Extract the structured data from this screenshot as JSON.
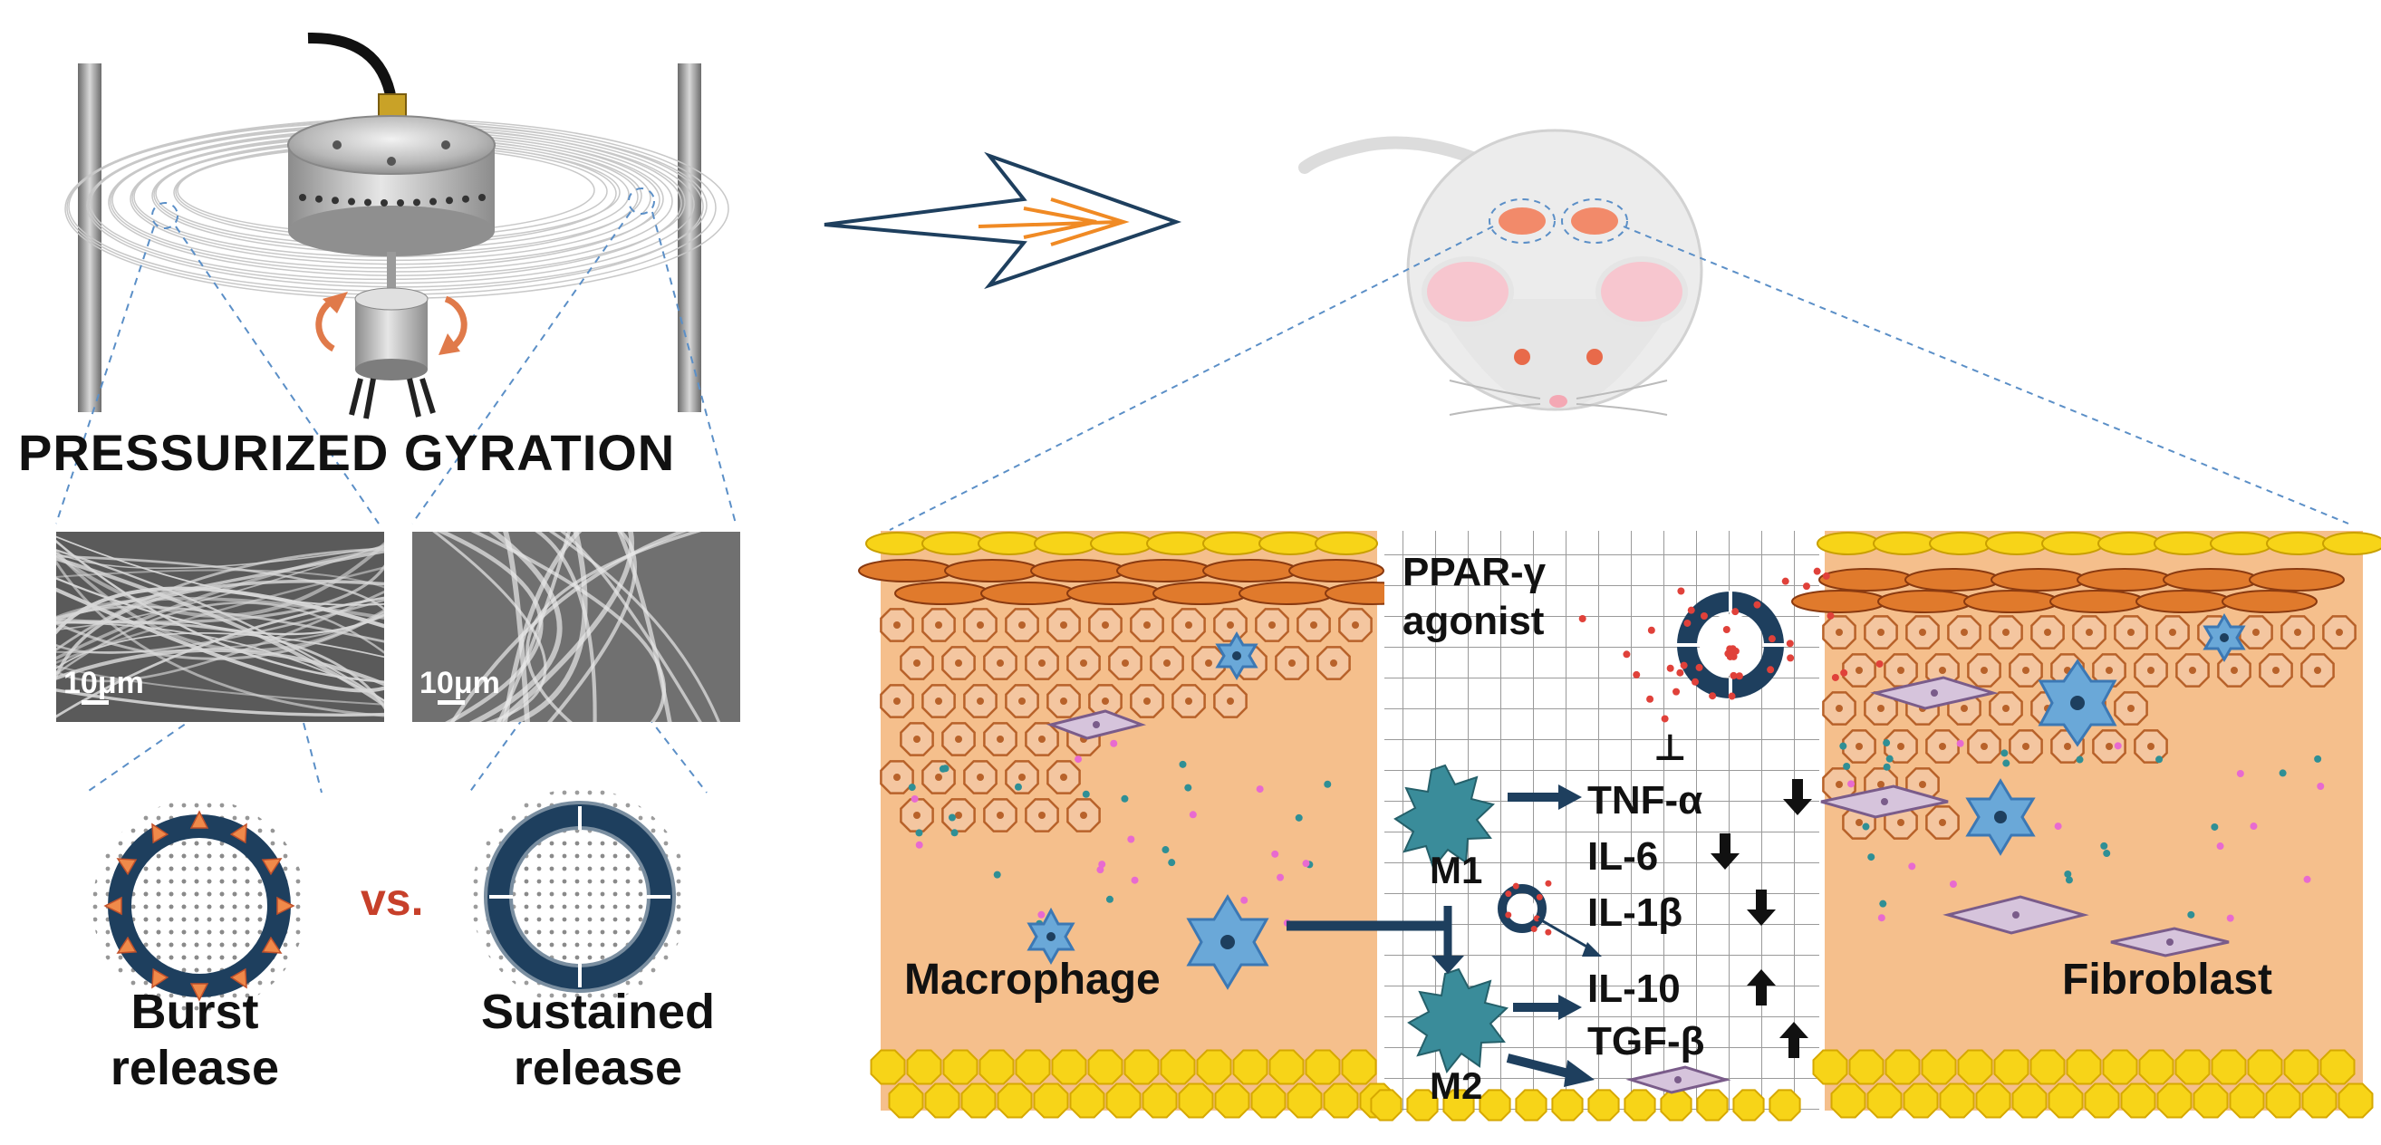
{
  "labels": {
    "title": "PRESSURIZED GYRATION",
    "scale_left": "10μm",
    "scale_right": "10μm",
    "burst": [
      "Burst",
      "release"
    ],
    "vs": "vs.",
    "sustained": [
      "Sustained",
      "release"
    ],
    "agonist": [
      "PPAR-γ",
      "agonist"
    ],
    "macrophage": "Macrophage",
    "fibroblast": "Fibroblast",
    "m1": "M1",
    "m2": "M2",
    "inhibit_symbol": "⊥",
    "cytokines": [
      {
        "name": "TNF-α",
        "trend": "down"
      },
      {
        "name": "IL-6",
        "trend": "down"
      },
      {
        "name": "IL-1β",
        "trend": "down"
      },
      {
        "name": "IL-10",
        "trend": "up"
      },
      {
        "name": "TGF-β",
        "trend": "up"
      }
    ]
  },
  "colors": {
    "navy": "#1e3f5e",
    "teal": "#3a8c9a",
    "skin": "#f5bf8c",
    "fat": "#f7d418",
    "cell_fill": "#f4c6a0",
    "cell_stroke": "#b8622a",
    "orange_layer": "#e07a2c",
    "fibroblast": "#d6c4dc",
    "macrophage": "#6aa8d8",
    "arrow_orange": "#f08a24",
    "dash": "#5b8fc7",
    "dot_red": "#e0413a",
    "dot_pink": "#e86ad0",
    "dot_teal": "#2f8f95"
  }
}
